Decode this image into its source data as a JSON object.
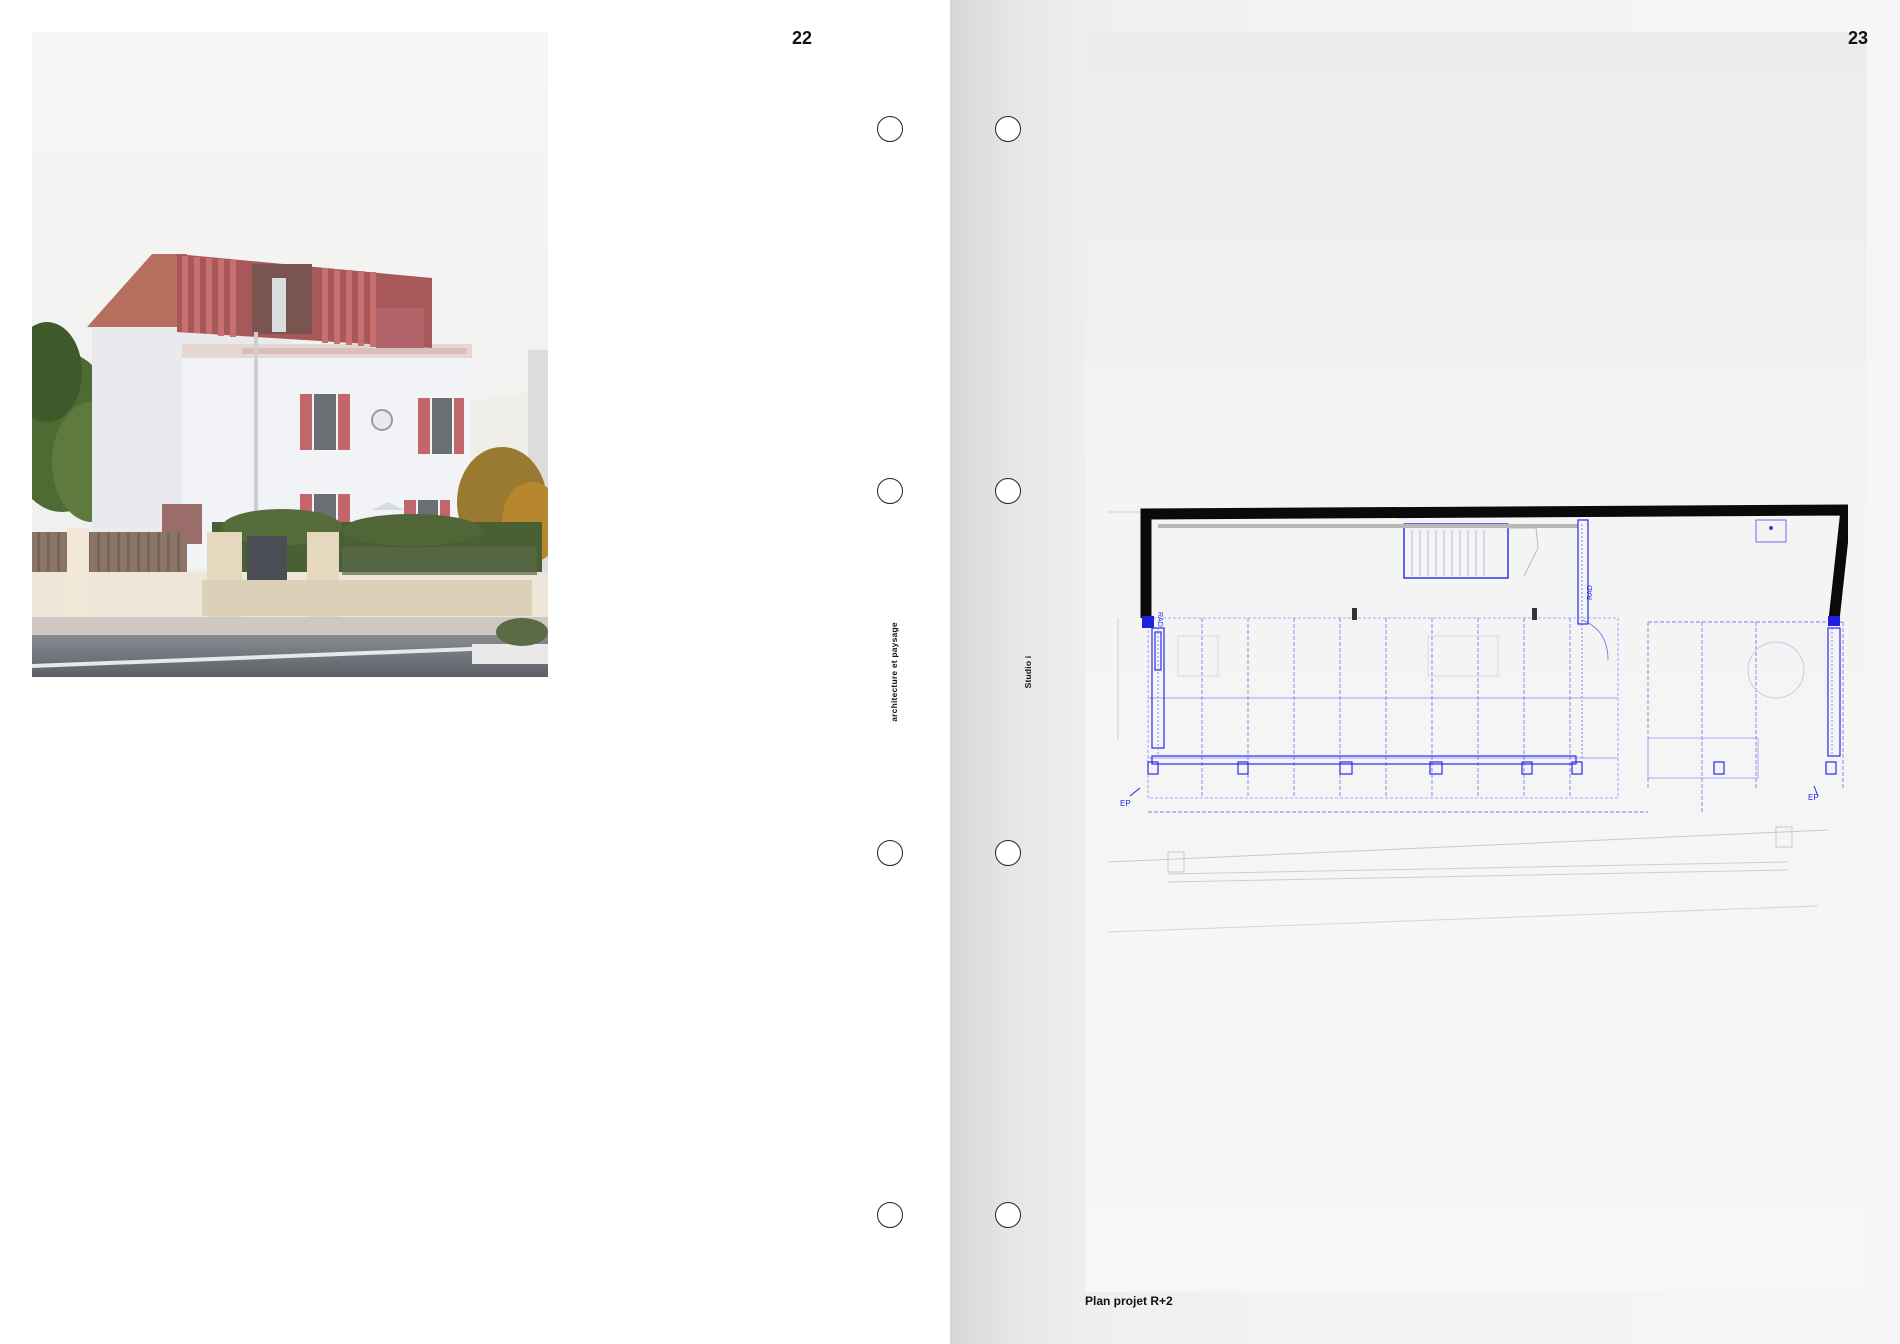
{
  "spread": {
    "left_page_number": "22",
    "right_page_number": "23",
    "left_spine_label": "architecture et paysage",
    "right_spine_label": "Studio i"
  },
  "render_image": {
    "subject": "house-facade-render",
    "colors": {
      "sky": "#f4f4f2",
      "wall": "#f3f3f6",
      "cladding": "#b0605e",
      "shutters": "#c26a6c",
      "road": "#6e7078",
      "trees": "#4d6a34"
    }
  },
  "plan": {
    "caption": "Plan projet R+2",
    "labels": {
      "ep_left": "EP",
      "ep_right": "EP",
      "rad_left": "RAD",
      "rad_right": "RAD"
    },
    "colors": {
      "wall": "#0a0a0a",
      "blueprint": "#3d3df5",
      "accent": "#1f1fe0"
    }
  }
}
